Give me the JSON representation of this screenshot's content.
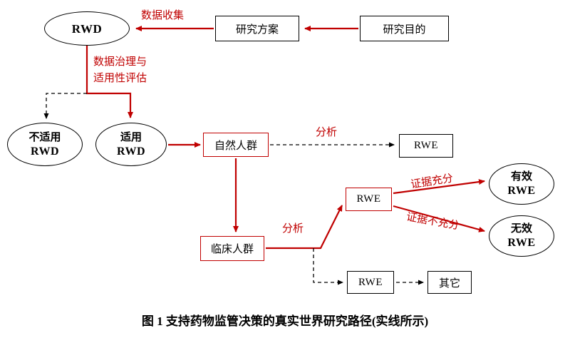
{
  "diagram": {
    "nodes": {
      "rwd": {
        "label": "RWD"
      },
      "research_plan": {
        "label": "研究方案"
      },
      "research_objective": {
        "label": "研究目的"
      },
      "unsuitable_rwd": {
        "line1": "不适用",
        "line2": "RWD"
      },
      "suitable_rwd": {
        "line1": "适用",
        "line2": "RWD"
      },
      "natural_population": {
        "label": "自然人群"
      },
      "rwe_natural": {
        "label": "RWE"
      },
      "clinical_population": {
        "label": "临床人群"
      },
      "rwe_clinical": {
        "label": "RWE"
      },
      "valid_rwe": {
        "line1": "有效",
        "line2": "RWE"
      },
      "invalid_rwe": {
        "line1": "无效",
        "line2": "RWE"
      },
      "rwe_other": {
        "label": "RWE"
      },
      "other": {
        "label": "其它"
      }
    },
    "edge_labels": {
      "data_collection": "数据收集",
      "data_governance_line1": "数据治理与",
      "data_governance_line2": "适用性评估",
      "analysis_top": "分析",
      "analysis_bottom": "分析",
      "evidence_sufficient": "证据充分",
      "evidence_insufficient": "证据不充分"
    },
    "caption": "图 1 支持药物监管决策的真实世界研究路径(实线所示)",
    "colors": {
      "accent_red": "#c00000",
      "line_black": "#000000",
      "background": "#ffffff"
    }
  }
}
